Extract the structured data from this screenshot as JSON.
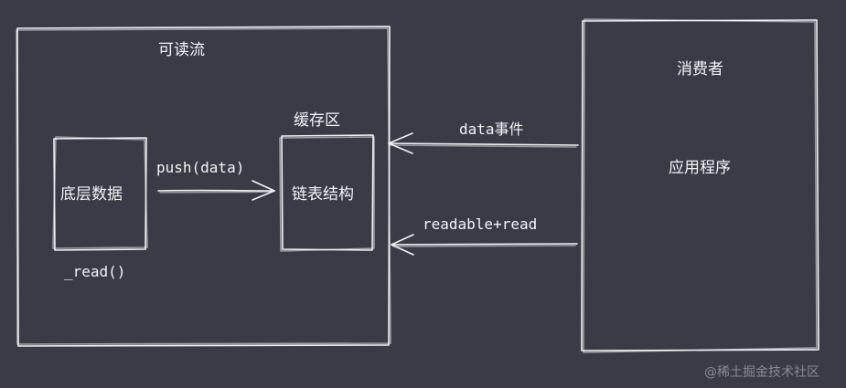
{
  "readable_stream": {
    "title": "可读流",
    "underlying_data": "底层数据",
    "read_method": "_read()",
    "push_label": "push(data)",
    "buffer_title": "缓存区",
    "buffer_structure": "链表结构"
  },
  "consumer": {
    "title": "消费者",
    "app": "应用程序"
  },
  "arrows": {
    "data_event": "data事件",
    "readable_read": "readable+read"
  },
  "watermark": "@稀土掘金技术社区",
  "colors": {
    "background": "#3a3b46",
    "stroke": "#f2f2f2",
    "watermark": "#8a8b94"
  }
}
